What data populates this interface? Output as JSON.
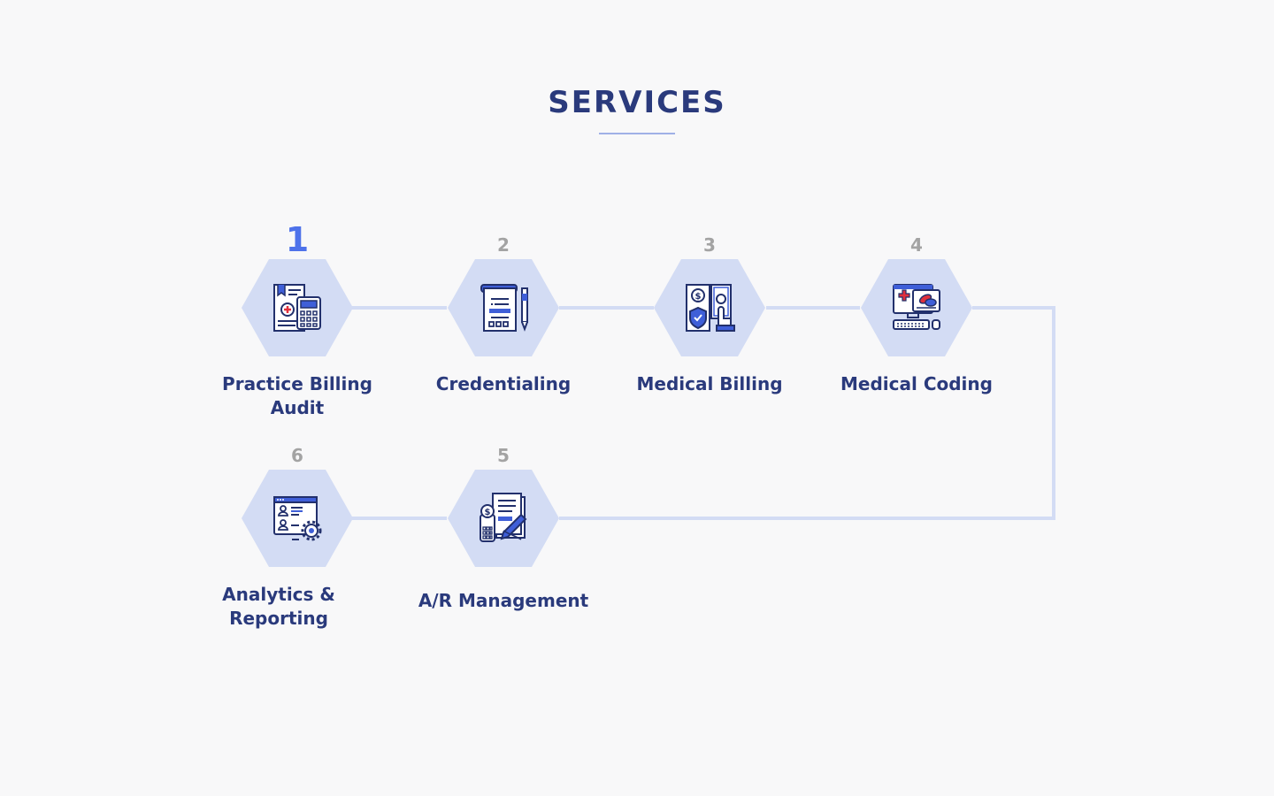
{
  "header": {
    "title": "SERVICES"
  },
  "colors": {
    "title": "#2a3a7c",
    "accent_number": "#4e72ea",
    "number": "#a3a3a3",
    "hexagon": "#d3dcf4",
    "connector": "#d3dcf4",
    "icon_stroke": "#22306c",
    "icon_accent": "#3f5fd8"
  },
  "steps": [
    {
      "number": "1",
      "label": "Practice Billing Audit",
      "icon": "billing-audit-icon",
      "active": true
    },
    {
      "number": "2",
      "label": "Credentialing",
      "icon": "credentialing-icon",
      "active": false
    },
    {
      "number": "3",
      "label": "Medical Billing",
      "icon": "medical-billing-icon",
      "active": false
    },
    {
      "number": "4",
      "label": "Medical Coding",
      "icon": "medical-coding-icon",
      "active": false
    },
    {
      "number": "5",
      "label": "A/R Management",
      "icon": "ar-management-icon",
      "active": false
    },
    {
      "number": "6",
      "label": "Analytics & Reporting",
      "icon": "analytics-reporting-icon",
      "active": false
    }
  ]
}
